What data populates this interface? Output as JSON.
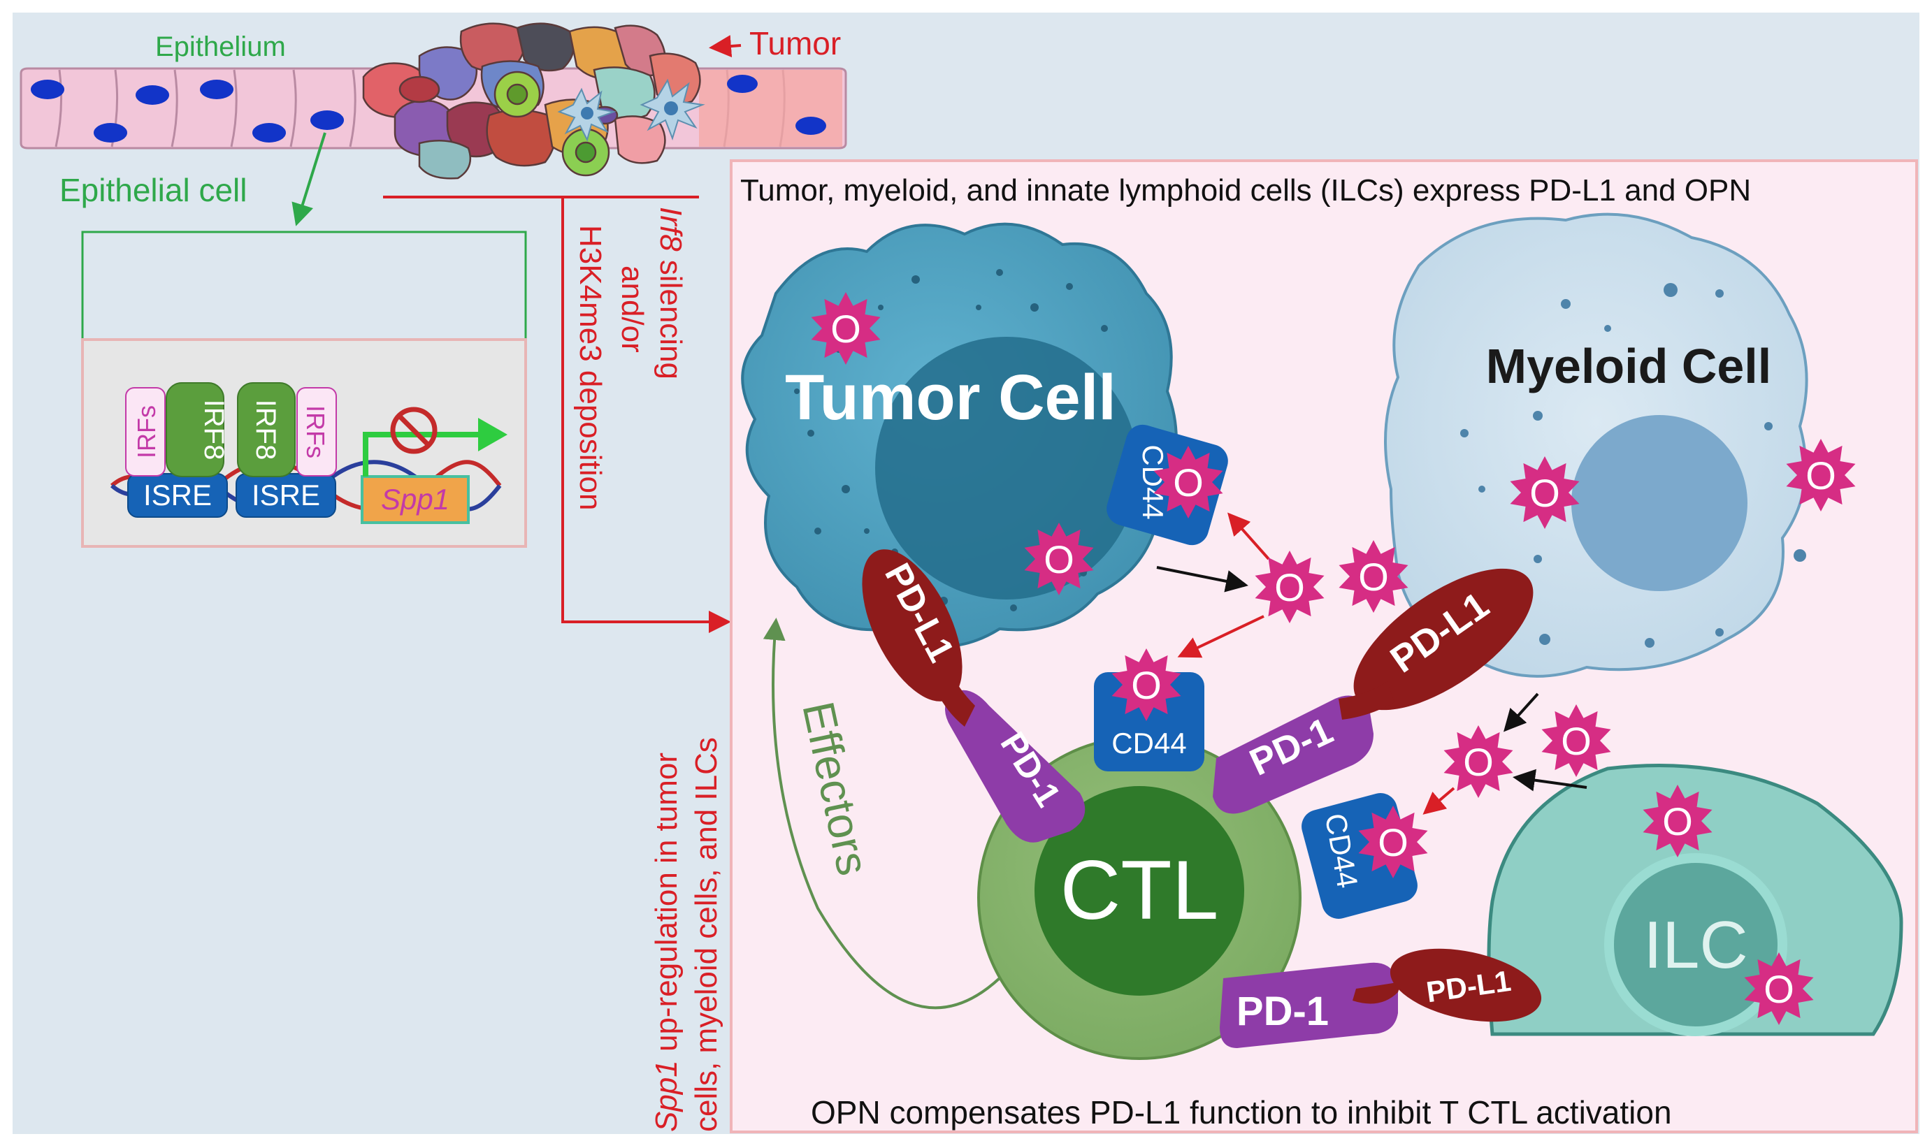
{
  "colors": {
    "background": "#dde7ef",
    "panel_fill": "#fcebf3",
    "panel_border": "#f0b4b8",
    "red_text": "#d91f26",
    "green_text": "#2ea84a",
    "tumor_cell": "#4a9ab8",
    "myeloid_cell": "#c7dcea",
    "ilc_cell": "#8fcfc5",
    "ctl_cell": "#86b26b",
    "pdl1": "#8e1b1b",
    "pd1": "#8e3ca8",
    "cd44": "#1663b6",
    "opn": "#d62d84"
  },
  "labels": {
    "epithelium": "Epithelium",
    "tumor": "Tumor",
    "epithelial_cell": "Epithelial cell",
    "irf8_silencing": "Irf8 silencing",
    "and_or": "and/or",
    "h3k4me3": "H3K4me3 deposition",
    "spp1_upregulation_1": "Spp1 up-regulation in tumor",
    "spp1_upregulation_2": "cells, myeloid cells, and ILCs",
    "panel_title": "Tumor, myeloid, and innate lymphoid cells (ILCs) express PD-L1 and OPN",
    "panel_footer": "OPN compensates PD-L1 function to inhibit T CTL activation",
    "effectors": "Effectors"
  },
  "gene_box": {
    "irfs": "IRFs",
    "irf8": "IRF8",
    "isre": "ISRE",
    "spp1": "Spp1"
  },
  "cells": {
    "tumor": "Tumor Cell",
    "myeloid": "Myeloid Cell",
    "ctl": "CTL",
    "ilc": "ILC"
  },
  "molecules": {
    "pdl1": "PD-L1",
    "pd1": "PD-1",
    "cd44": "CD44",
    "opn": "O"
  }
}
